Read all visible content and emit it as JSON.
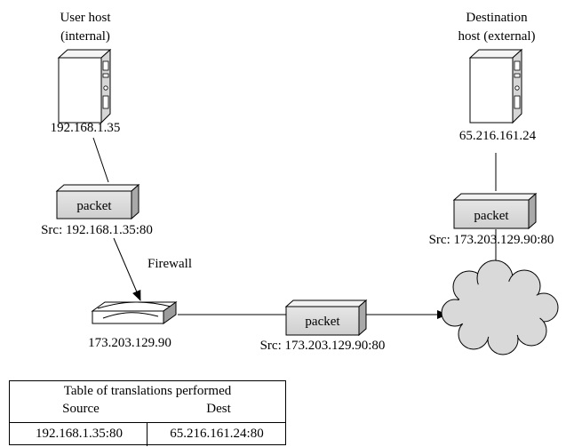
{
  "user_host": {
    "title_line1": "User host",
    "title_line2": "(internal)",
    "ip": "192.168.1.35"
  },
  "destination_host": {
    "title_line1": "Destination",
    "title_line2": "host (external)",
    "ip": "65.216.161.24"
  },
  "packets": {
    "user": {
      "label": "packet",
      "src": "Src: 192.168.1.35:80"
    },
    "firewall": {
      "label": "packet",
      "src": "Src: 173.203.129.90:80"
    },
    "destination": {
      "label": "packet",
      "src": "Src: 173.203.129.90:80"
    }
  },
  "firewall": {
    "label": "Firewall",
    "ip": "173.203.129.90"
  },
  "translation_table": {
    "caption": "Table of translations performed",
    "headers": {
      "source": "Source",
      "dest": "Dest"
    },
    "rows": [
      {
        "source": "192.168.1.35:80",
        "dest": "65.216.161.24:80"
      }
    ]
  }
}
